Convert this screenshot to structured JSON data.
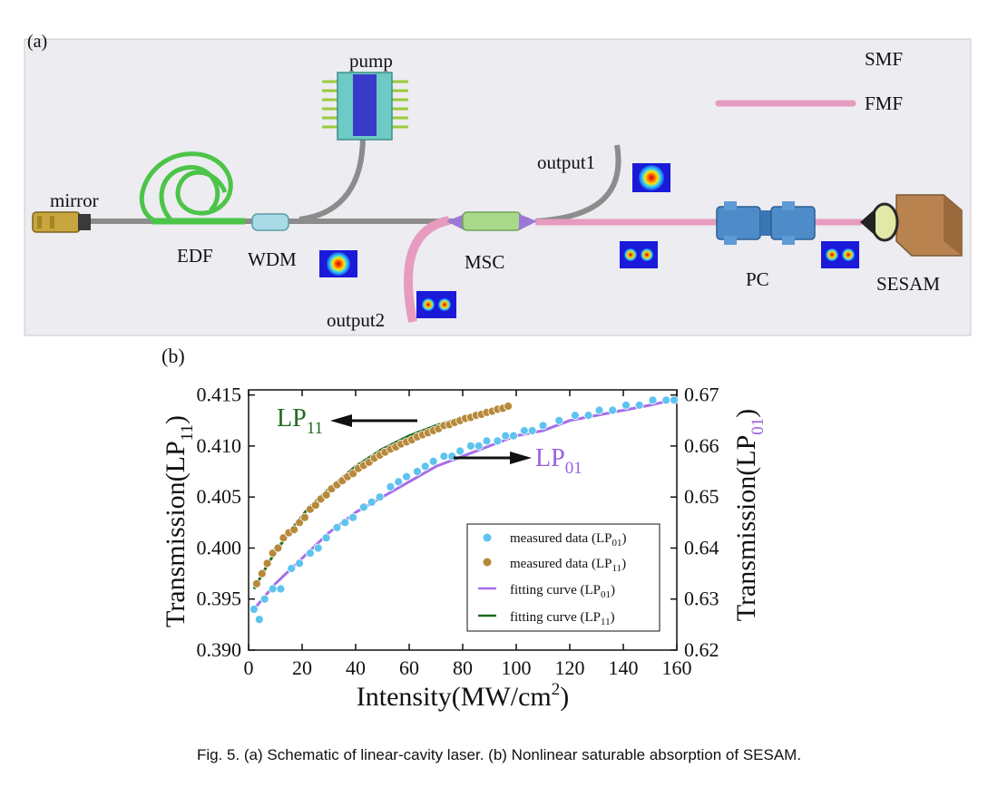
{
  "panel_a": {
    "label": "(a)",
    "components": {
      "mirror": "mirror",
      "edf": "EDF",
      "wdm": "WDM",
      "pump": "pump",
      "output1": "output1",
      "output2": "output2",
      "msc": "MSC",
      "pc": "PC",
      "sesam": "SESAM"
    },
    "legend": {
      "smf": "SMF",
      "fmf": "FMF"
    },
    "colors": {
      "smf_fiber": "#8e8e8e",
      "fmf_fiber": "#e79bbf",
      "edf_fiber": "#4cc448",
      "background": "#ececf1"
    }
  },
  "panel_b": {
    "label": "(b)",
    "callouts": {
      "lp11": {
        "base": "LP",
        "sub": "11"
      },
      "lp01": {
        "base": "LP",
        "sub": "01"
      }
    },
    "legend": [
      {
        "text": "measured data (LP",
        "sub": "01",
        "end": ")"
      },
      {
        "text": "measured data (LP",
        "sub": "11",
        "end": ")"
      },
      {
        "text": "fitting curve (LP",
        "sub": "01",
        "end": ")"
      },
      {
        "text": "fitting curve (LP",
        "sub": "11",
        "end": ")"
      }
    ]
  },
  "chart_data": {
    "type": "scatter",
    "xlabel": {
      "base": "Intensity(MW/cm",
      "sup": "2",
      "end": ")"
    },
    "ylabel_left": {
      "base": "Transmission(LP",
      "sub": "11",
      "end": ")"
    },
    "ylabel_right": {
      "base": "Transmission(LP",
      "sub": "01",
      "end": ")"
    },
    "xlim": [
      0,
      160
    ],
    "ylim_left": [
      0.39,
      0.4155
    ],
    "ylim_right": [
      0.62,
      0.671
    ],
    "x_ticks": [
      "0",
      "20",
      "40",
      "60",
      "80",
      "100",
      "120",
      "140",
      "160"
    ],
    "y_ticks_left": [
      "0.390",
      "0.395",
      "0.400",
      "0.405",
      "0.410",
      "0.415"
    ],
    "y_ticks_right": [
      "0.62",
      "0.63",
      "0.64",
      "0.65",
      "0.66",
      "0.67"
    ],
    "grid": false,
    "legend_position": "bottom-right",
    "series": [
      {
        "name": "measured data (LP01)",
        "axis": "right",
        "kind": "points",
        "color": "#5ec3ee",
        "x": [
          2,
          4,
          6,
          9,
          12,
          16,
          19,
          23,
          26,
          29,
          33,
          36,
          39,
          43,
          46,
          49,
          53,
          56,
          59,
          63,
          66,
          69,
          73,
          76,
          79,
          83,
          86,
          89,
          93,
          96,
          99,
          103,
          106,
          110,
          116,
          122,
          127,
          131,
          136,
          141,
          146,
          151,
          156,
          159
        ],
        "y": [
          0.628,
          0.626,
          0.63,
          0.632,
          0.632,
          0.636,
          0.637,
          0.639,
          0.64,
          0.642,
          0.644,
          0.645,
          0.646,
          0.648,
          0.649,
          0.65,
          0.652,
          0.653,
          0.654,
          0.655,
          0.656,
          0.657,
          0.658,
          0.658,
          0.659,
          0.66,
          0.66,
          0.661,
          0.661,
          0.662,
          0.662,
          0.663,
          0.663,
          0.664,
          0.665,
          0.666,
          0.666,
          0.667,
          0.667,
          0.668,
          0.668,
          0.669,
          0.669,
          0.669
        ]
      },
      {
        "name": "measured data (LP11)",
        "axis": "left",
        "kind": "points",
        "color": "#b8893a",
        "x": [
          3,
          5,
          7,
          9,
          11,
          13,
          15,
          17,
          19,
          21,
          23,
          25,
          27,
          29,
          31,
          33,
          35,
          37,
          39,
          41,
          43,
          45,
          47,
          49,
          51,
          53,
          55,
          57,
          59,
          61,
          63,
          65,
          67,
          69,
          71,
          73,
          75,
          77,
          79,
          81,
          83,
          85,
          87,
          89,
          91,
          93,
          95,
          97
        ],
        "y": [
          0.3965,
          0.3975,
          0.3985,
          0.3995,
          0.4,
          0.401,
          0.4015,
          0.4018,
          0.4025,
          0.403,
          0.4038,
          0.4042,
          0.4048,
          0.4052,
          0.4058,
          0.4062,
          0.4066,
          0.407,
          0.4073,
          0.4078,
          0.4081,
          0.4084,
          0.4088,
          0.4091,
          0.4094,
          0.4097,
          0.4099,
          0.4102,
          0.4104,
          0.4106,
          0.4109,
          0.4111,
          0.4113,
          0.4115,
          0.4117,
          0.412,
          0.4121,
          0.4123,
          0.4125,
          0.4127,
          0.4128,
          0.413,
          0.4131,
          0.4133,
          0.4134,
          0.4136,
          0.4137,
          0.4139
        ]
      },
      {
        "name": "fitting curve (LP01)",
        "axis": "right",
        "kind": "curve",
        "color": "#a66ee8",
        "x": [
          2,
          10,
          20,
          30,
          40,
          50,
          60,
          70,
          80,
          90,
          100,
          110,
          120,
          130,
          140,
          150,
          158
        ],
        "y": [
          0.628,
          0.633,
          0.638,
          0.643,
          0.647,
          0.65,
          0.653,
          0.656,
          0.658,
          0.66,
          0.662,
          0.663,
          0.665,
          0.666,
          0.667,
          0.668,
          0.669
        ]
      },
      {
        "name": "fitting curve (LP11)",
        "axis": "left",
        "kind": "curve",
        "color": "#1e6b1e",
        "x": [
          2,
          8,
          15,
          22,
          30,
          40,
          50,
          60,
          70,
          80,
          90,
          97
        ],
        "y": [
          0.396,
          0.3988,
          0.4015,
          0.4038,
          0.4058,
          0.408,
          0.4097,
          0.411,
          0.412,
          0.4128,
          0.4134,
          0.4138
        ]
      }
    ]
  },
  "caption": "Fig. 5. (a) Schematic of linear-cavity laser. (b) Nonlinear saturable absorption of SESAM."
}
